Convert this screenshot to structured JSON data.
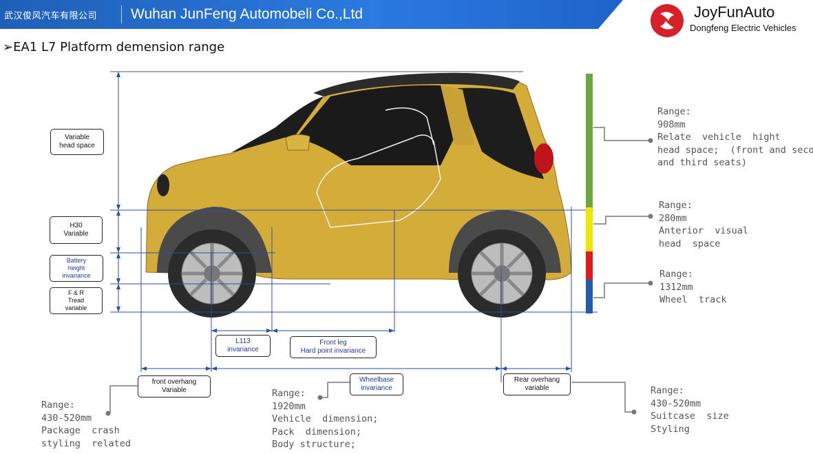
{
  "header": {
    "company_cn": "武汉俊风汽车有限公司",
    "company_en": "Wuhan JunFeng Automobeli Co.,Ltd",
    "brand_name": "JoyFunAuto",
    "brand_sub": "Dongfeng Electric Vehicles"
  },
  "title": "EA1  L7  Platform  demension range",
  "colors": {
    "header_blue": "#2a7ae0",
    "car_body": "#d3ac3a",
    "range_green": "#6aa842",
    "range_yellow": "#f2e600",
    "range_red": "#e11b1b",
    "range_blue": "#1f5bb0",
    "line_blue": "#2a4fa8"
  },
  "left_boxes": {
    "head_space": "Variable\nhead space",
    "h30": "H30\nVariable",
    "battery": "Battery\nheight\ninvariance",
    "tread": "F & R\nTread\nvariable"
  },
  "bottom_boxes": {
    "l113": "L113\ninvariance",
    "front_leg": "Front leg\nHard point invariance",
    "front_overhang": "front overhang\nVariable",
    "wheelbase": "Wheelbase\ninvariance",
    "rear_overhang": "Rear overhang\nvariable"
  },
  "notes": {
    "head_space": "Range:\n908mm\nRelate  vehicle  hight\nhead space;  (front and second\nand third seats)",
    "visual": "Range:\n280mm\nAnterior  visual\nhead  space",
    "track": "Range:\n1312mm\nWheel  track",
    "front_overhang": "Range:\n430-520mm\nPackage  crash\nstyling  related",
    "wheelbase": "Range:\n1920mm\nVehicle  dimension;\nPack  dimension;\nBody structure;",
    "rear_overhang": "Range:\n430-520mm\nSuitcase  size\nStyling"
  }
}
